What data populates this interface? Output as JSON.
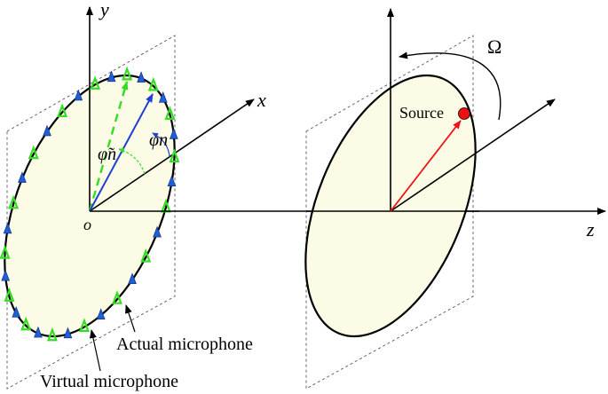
{
  "labels": {
    "y_axis": "y",
    "x_axis": "x",
    "z_axis": "z",
    "origin": "o",
    "phi_n": "φn",
    "phi_n_tilde": "φ̃n",
    "omega": "Ω",
    "source": "Source",
    "actual_microphone": "Actual microphone",
    "virtual_microphone": "Virtual microphone"
  },
  "colors": {
    "disk_fill": "#fcfce6",
    "actual_mic": "#1f5fd4",
    "virtual_mic": "#33dd22",
    "source_dot": "#ee1111",
    "source_vector": "#ee1111",
    "actual_vector": "#1f3fd0",
    "virtual_vector": "#33dd22"
  },
  "actual_mic_count": 16,
  "virtual_mic_count": 16
}
